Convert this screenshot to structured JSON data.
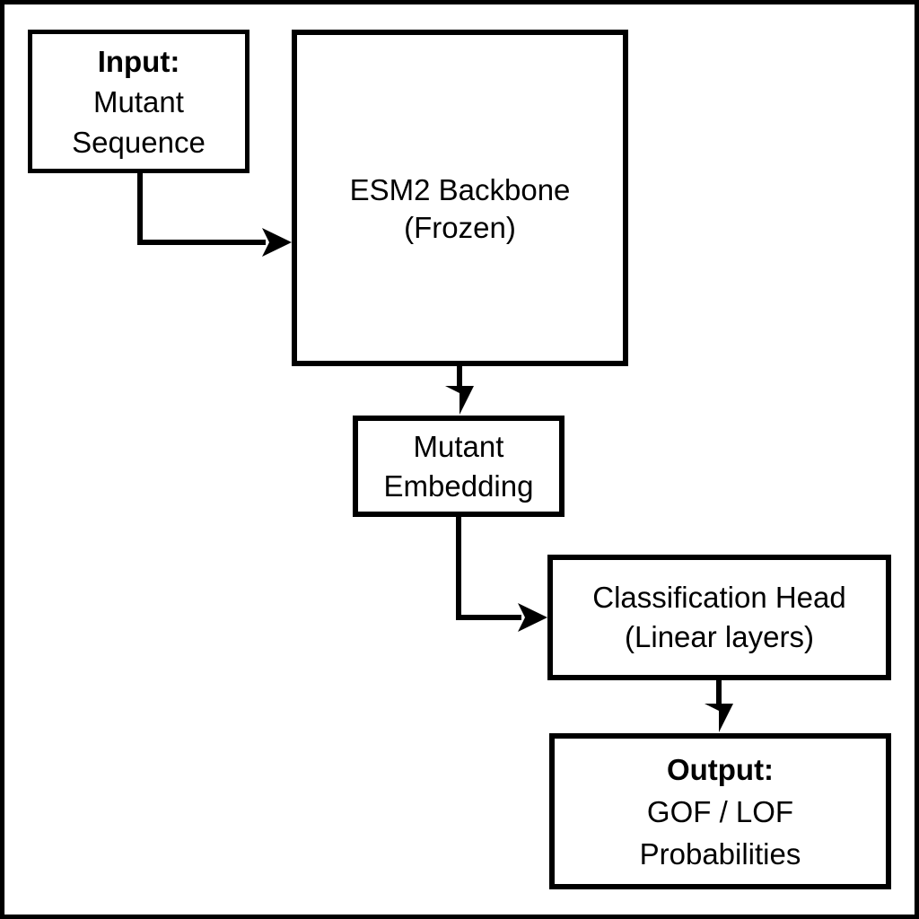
{
  "diagram": {
    "type": "flowchart",
    "background_color": "#ffffff",
    "line_color": "#000000",
    "nodes": {
      "input": {
        "id": "input",
        "lines": [
          "Input:",
          "Mutant",
          "Sequence"
        ],
        "bold_first_line": true
      },
      "backbone": {
        "id": "backbone",
        "lines": [
          "ESM2 Backbone",
          "(Frozen)"
        ],
        "bold_first_line": false
      },
      "embedding": {
        "id": "embedding",
        "lines": [
          "Mutant",
          "Embedding"
        ],
        "bold_first_line": false
      },
      "head": {
        "id": "head",
        "lines": [
          "Classification Head",
          "(Linear layers)"
        ],
        "bold_first_line": false
      },
      "output": {
        "id": "output",
        "lines": [
          "Output:",
          "GOF / LOF",
          "Probabilities"
        ],
        "bold_first_line": true
      }
    },
    "edges": [
      {
        "from": "input",
        "to": "backbone",
        "style": "elbow-down-right"
      },
      {
        "from": "backbone",
        "to": "embedding",
        "style": "straight-down"
      },
      {
        "from": "embedding",
        "to": "head",
        "style": "elbow-down-right"
      },
      {
        "from": "head",
        "to": "output",
        "style": "straight-down"
      }
    ]
  }
}
